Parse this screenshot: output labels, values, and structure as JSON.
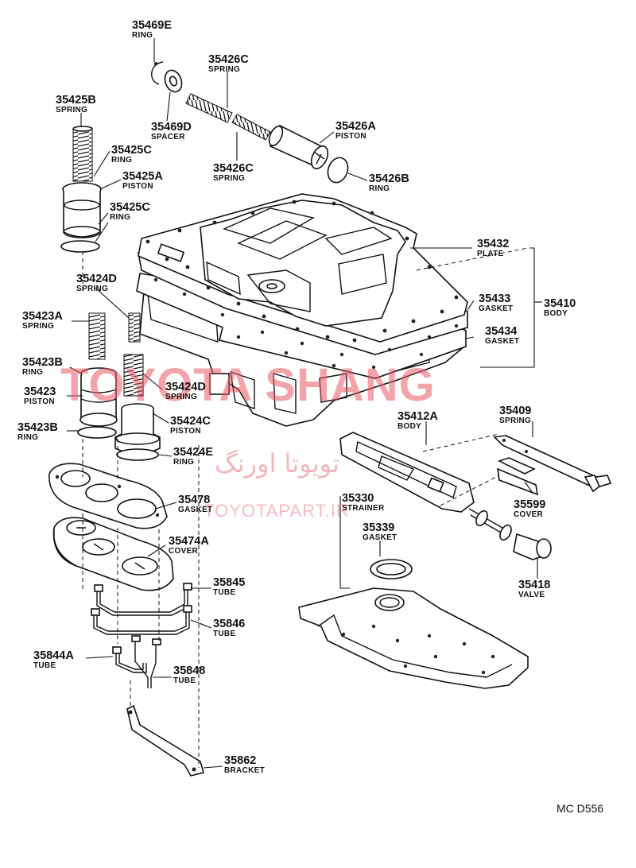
{
  "watermark": {
    "brand": "TOYOTA SHANG",
    "persian": "تویوتا اورنگ",
    "site": "TOYOTAPART.IR"
  },
  "diagram_code": "MC D556",
  "parts": [
    {
      "id": "p35469E",
      "number": "35469E",
      "name": "RING"
    },
    {
      "id": "p35469D",
      "number": "35469D",
      "name": "SPACER"
    },
    {
      "id": "p35426C_top",
      "number": "35426C",
      "name": "SPRING"
    },
    {
      "id": "p35426C_bot",
      "number": "35426C",
      "name": "SPRING"
    },
    {
      "id": "p35426A",
      "number": "35426A",
      "name": "PISTON"
    },
    {
      "id": "p35426B",
      "number": "35426B",
      "name": "RING"
    },
    {
      "id": "p35425B",
      "number": "35425B",
      "name": "SPRING"
    },
    {
      "id": "p35425C_a",
      "number": "35425C",
      "name": "RING"
    },
    {
      "id": "p35425A",
      "number": "35425A",
      "name": "PISTON"
    },
    {
      "id": "p35425C_b",
      "number": "35425C",
      "name": "RING"
    },
    {
      "id": "p35424D_a",
      "number": "35424D",
      "name": "SPRING"
    },
    {
      "id": "p35423A",
      "number": "35423A",
      "name": "SPRING"
    },
    {
      "id": "p35423B_a",
      "number": "35423B",
      "name": "RING"
    },
    {
      "id": "p35423",
      "number": "35423",
      "name": "PISTON"
    },
    {
      "id": "p35424D_b",
      "number": "35424D",
      "name": "SPRING"
    },
    {
      "id": "p35423B_b",
      "number": "35423B",
      "name": "RING"
    },
    {
      "id": "p35424C",
      "number": "35424C",
      "name": "PISTON"
    },
    {
      "id": "p35424E",
      "number": "35424E",
      "name": "RING"
    },
    {
      "id": "p35478",
      "number": "35478",
      "name": "GASKET"
    },
    {
      "id": "p35474A",
      "number": "35474A",
      "name": "COVER"
    },
    {
      "id": "p35845",
      "number": "35845",
      "name": "TUBE"
    },
    {
      "id": "p35846",
      "number": "35846",
      "name": "TUBE"
    },
    {
      "id": "p35844A",
      "number": "35844A",
      "name": "TUBE"
    },
    {
      "id": "p35848",
      "number": "35848",
      "name": "TUBE"
    },
    {
      "id": "p35862",
      "number": "35862",
      "name": "BRACKET"
    },
    {
      "id": "p35432",
      "number": "35432",
      "name": "PLATE"
    },
    {
      "id": "p35433",
      "number": "35433",
      "name": "GASKET"
    },
    {
      "id": "p35434",
      "number": "35434",
      "name": "GASKET"
    },
    {
      "id": "p35410",
      "number": "35410",
      "name": "BODY"
    },
    {
      "id": "p35412A",
      "number": "35412A",
      "name": "BODY"
    },
    {
      "id": "p35409",
      "number": "35409",
      "name": "SPRING"
    },
    {
      "id": "p35599",
      "number": "35599",
      "name": "COVER"
    },
    {
      "id": "p35330",
      "number": "35330",
      "name": "STRAINER"
    },
    {
      "id": "p35339",
      "number": "35339",
      "name": "GASKET"
    },
    {
      "id": "p35418",
      "number": "35418",
      "name": "VALVE"
    }
  ]
}
